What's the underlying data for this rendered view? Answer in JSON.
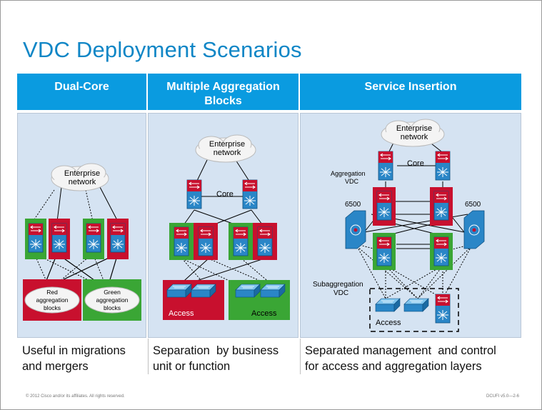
{
  "title": "VDC Deployment Scenarios",
  "columns": [
    {
      "header": "Dual-Core",
      "caption_line1": "Useful in migrations",
      "caption_line2": "and mergers"
    },
    {
      "header_line1": "Multiple Aggregation",
      "header_line2": "Blocks",
      "caption_line1": "Separation  by business",
      "caption_line2": "unit or function"
    },
    {
      "header": "Service Insertion",
      "caption_line1": "Separated management  and control",
      "caption_line2": "for access and aggregation layers"
    }
  ],
  "diagram": {
    "enterprise_line1": "Enterprise",
    "enterprise_line2": "network",
    "core": "Core",
    "red_line1": "Red",
    "red_line2": "aggregation",
    "red_line3": "blocks",
    "green_line1": "Green",
    "green_line2": "aggregation",
    "green_line3": "blocks",
    "access": "Access",
    "agg_vdc_line1": "Aggregation",
    "agg_vdc_line2": "VDC",
    "model_6500": "6500",
    "subagg_line1": "Subaggregation",
    "subagg_line2": "VDC"
  },
  "footer": {
    "left": "© 2012 Cisco and/or its affiliates. All rights reserved.",
    "right": "DCUFI v5.0—2-6"
  },
  "colors": {
    "header": "#0a9be0",
    "title": "#0f86c6",
    "red": "#c8102e",
    "green": "#3aa635",
    "panel": "#d5e3f2"
  }
}
